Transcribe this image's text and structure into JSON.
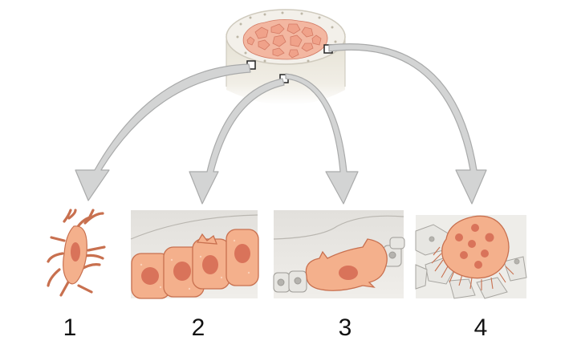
{
  "labels": [
    "1",
    "2",
    "3",
    "4"
  ],
  "colors": {
    "cell_fill": "#f4b08c",
    "cell_stroke": "#c8704f",
    "nucleus": "#d9735a",
    "arrow_fill": "#d3d4d4",
    "arrow_stroke": "#a9aaaa",
    "bone_fill": "#f2efe6",
    "matrix_fill": "#e9e6df"
  }
}
